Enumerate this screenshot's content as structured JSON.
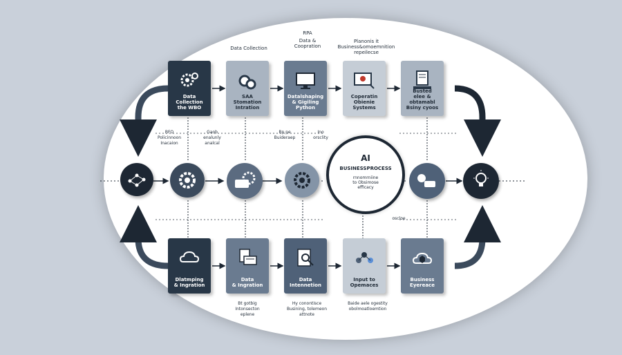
{
  "top_labels": {
    "data_collection": "Data Collection",
    "rpa": "RPA",
    "data_cooperation": "Data &\nCoopration",
    "planning": "Planonis it\nBusiness&omoemnition\nrepeilecse"
  },
  "top_cards": [
    {
      "label": "Data\nCollection\nthe WBO"
    },
    {
      "label": "SAA\nStomation\nIntration"
    },
    {
      "label": "Datalshaping\n& Gigiling\nPython"
    },
    {
      "label": "Coperatin\nObienie\nSystems"
    },
    {
      "label": "Busted\nelee & obtamabl\nBsiny cyoos"
    }
  ],
  "side_notes_top": [
    {
      "text": "BFO\nPolicinnoon\nInacaion"
    },
    {
      "text": "Gaob\nenalunly\nanalcal"
    },
    {
      "text": "Bp pe\nBuideraep"
    },
    {
      "text": "Ino\norsclity"
    }
  ],
  "hub": {
    "title": "AI",
    "subtitle": "BUSINESSPROCESS",
    "detail": "rnnomrniine\nto Obsimose\nefficacy"
  },
  "right_note": "oscloe",
  "bottom_cards": [
    {
      "label": "Dlatmping\n& Ingration"
    },
    {
      "label": "Data\n& Ingration"
    },
    {
      "label": "Data\nIntennetion"
    },
    {
      "label": "Input to\nOpemaces"
    },
    {
      "label": "Business\nEyereace"
    }
  ],
  "bottom_notes": [
    {
      "text": "Bt gotbig\nIntonsecton\neplene"
    },
    {
      "text": "Hy conontisce\nBusining, tolemeon\nattnote"
    },
    {
      "text": "Baide aele ogestity\nobolmoatloemtion"
    }
  ],
  "colors": {
    "dark": "#283747",
    "mid": "#4f6178",
    "light": "#a9b4c1",
    "hub_border": "#1d2733"
  }
}
